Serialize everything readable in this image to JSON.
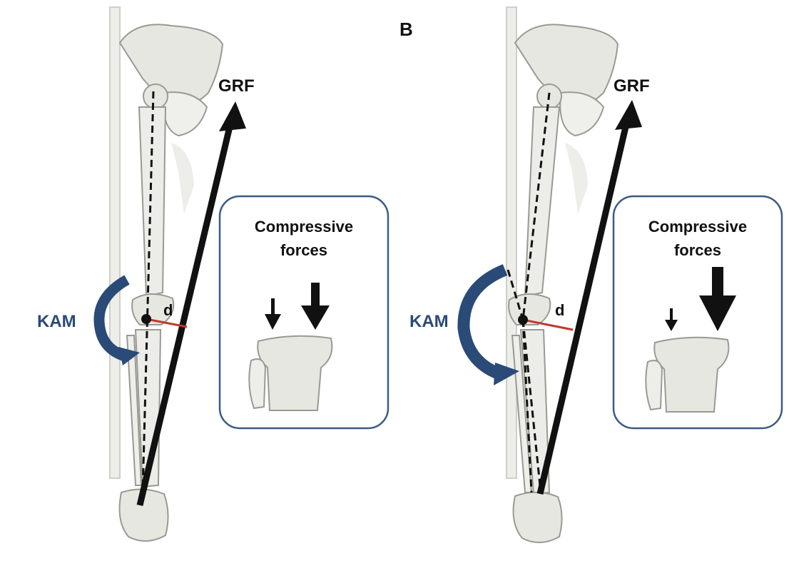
{
  "panel_label": "B",
  "panels": [
    {
      "grf_label": "GRF",
      "kam_label": "KAM",
      "distance_label": "d",
      "inset": {
        "line1": "Compressive",
        "line2": "forces"
      }
    },
    {
      "grf_label": "GRF",
      "kam_label": "KAM",
      "distance_label": "d",
      "inset": {
        "line1": "Compressive",
        "line2": "forces"
      }
    }
  ],
  "colors": {
    "kam_arrow": "#2a4a78",
    "box_border": "#3b5b86",
    "moment_arm": "#c0392b",
    "bone_fill": "#e7e7e2",
    "bone_stroke": "#9a9a94"
  }
}
